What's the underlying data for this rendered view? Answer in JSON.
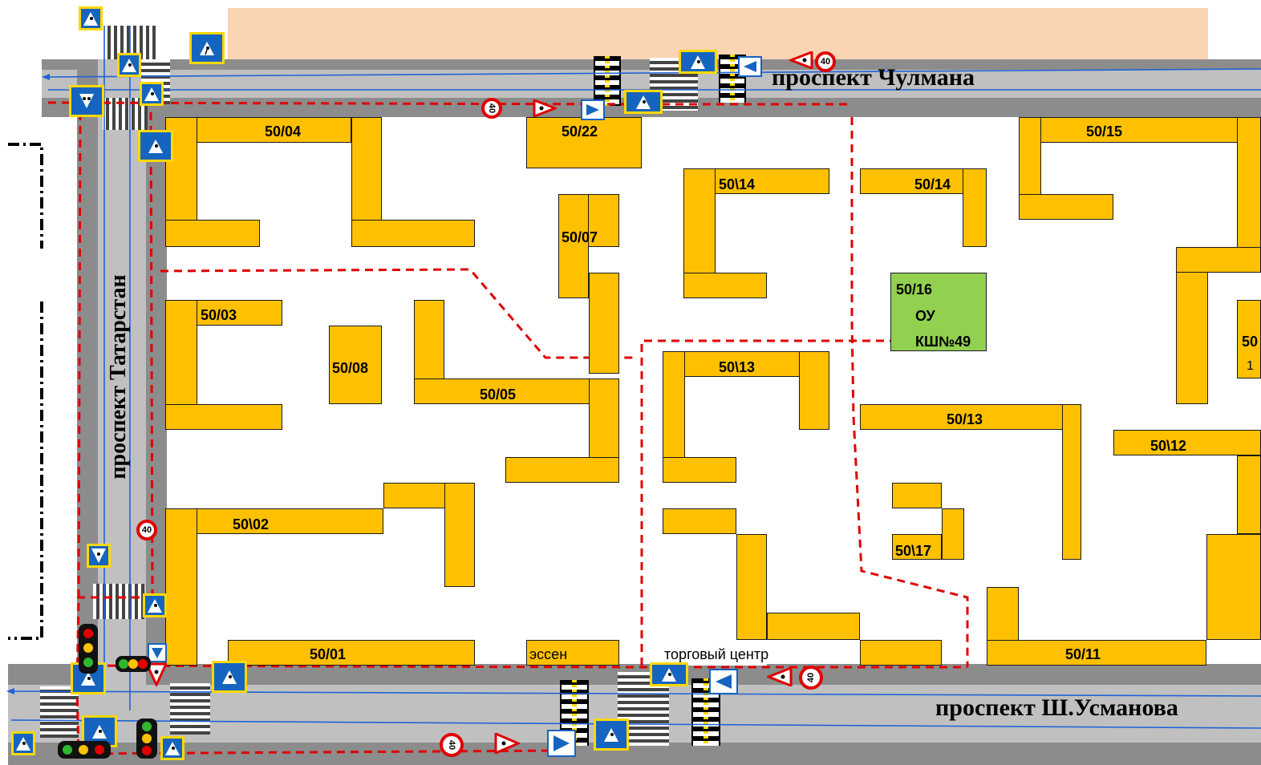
{
  "streets": {
    "north": "проспект Чулмана",
    "south": "проспект Ш.Усманова",
    "west": "проспект Татарстан"
  },
  "buildings": [
    {
      "label": "50/04"
    },
    {
      "label": "50/22"
    },
    {
      "label": "50\\14"
    },
    {
      "label": "50/14"
    },
    {
      "label": "50/15"
    },
    {
      "label": "50/07"
    },
    {
      "label": "50/03"
    },
    {
      "label": "50/08"
    },
    {
      "label": "50/05"
    },
    {
      "label": "50\\13"
    },
    {
      "label": "50/13"
    },
    {
      "label": "50\\12"
    },
    {
      "label": "50\\02"
    },
    {
      "label": "50\\17"
    },
    {
      "label": "50/01"
    },
    {
      "label": "50/11"
    },
    {
      "label": "эссен"
    },
    {
      "label": "торговый центр"
    }
  ],
  "school": {
    "number": "50/16",
    "type": "ОУ",
    "name": "КШ№49",
    "color": "#92D050"
  },
  "partial_right": {
    "line1": "50",
    "line2": "1"
  },
  "speed_limit": "40",
  "colors": {
    "building": "#FFC000",
    "road": "#808080",
    "lane": "#C0C0C0",
    "route": "#E00000",
    "traffic_flow": "#1E63D6",
    "top_banner": "#FBD4B4"
  },
  "icons": [
    "pedestrian-crossing-sign",
    "children-warning-sign",
    "speed-limit-40-sign",
    "traffic-light",
    "speed-bump",
    "one-way-arrow-sign"
  ]
}
